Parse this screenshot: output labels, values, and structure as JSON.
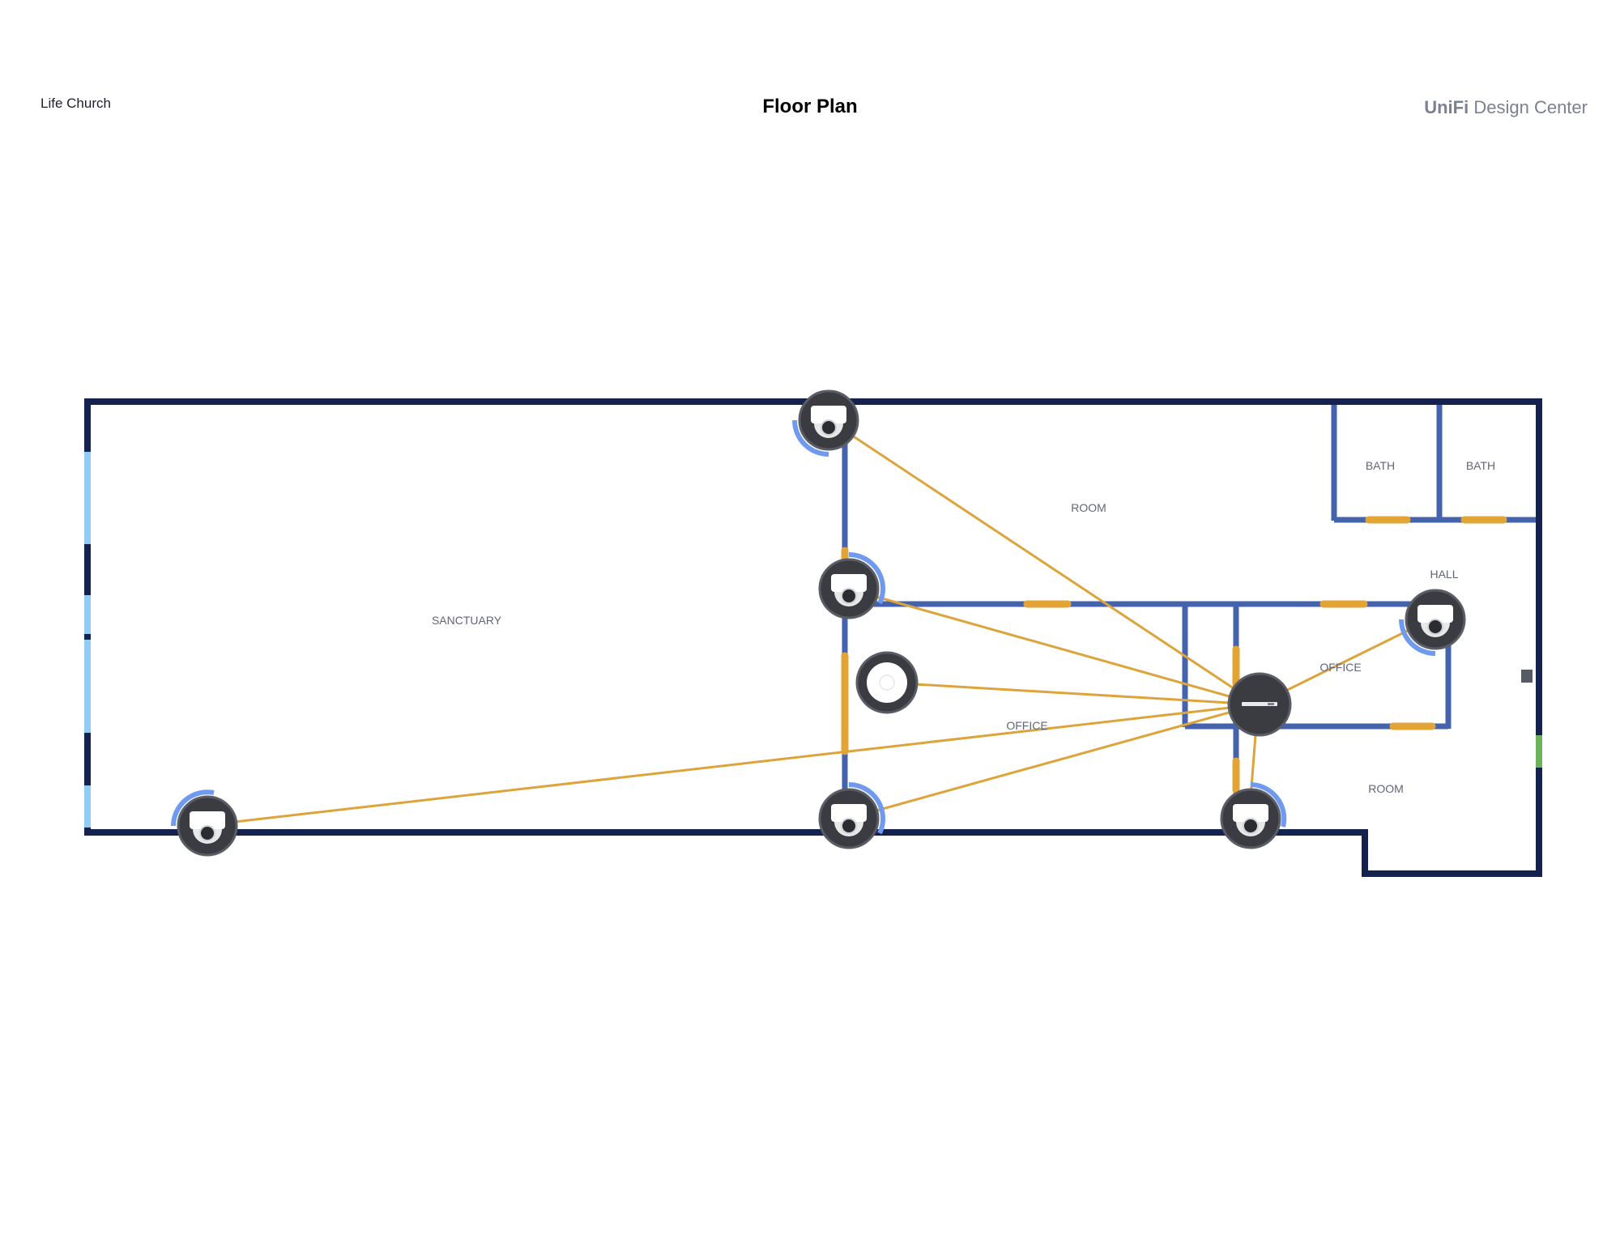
{
  "header": {
    "project_name": "Life Church",
    "title": "Floor Plan",
    "brand_mark": "UniFi",
    "brand_name": "Design Center"
  },
  "rooms": {
    "sanctuary": "SANCTUARY",
    "room_top": "ROOM",
    "bath_1": "BATH",
    "bath_2": "BATH",
    "hall": "HALL",
    "office_right": "OFFICE",
    "office_left": "OFFICE",
    "room_bottom": "ROOM"
  },
  "devices": [
    {
      "id": "camera-top-center",
      "type": "dome-camera-icon"
    },
    {
      "id": "camera-center-upper",
      "type": "dome-camera-icon"
    },
    {
      "id": "access-point",
      "type": "access-point-icon"
    },
    {
      "id": "camera-bottom-left",
      "type": "dome-camera-icon"
    },
    {
      "id": "camera-bottom-center",
      "type": "dome-camera-icon"
    },
    {
      "id": "camera-bottom-right",
      "type": "dome-camera-icon"
    },
    {
      "id": "camera-hall",
      "type": "dome-camera-icon"
    },
    {
      "id": "network-switch",
      "type": "switch-icon"
    }
  ],
  "colors": {
    "exterior_wall": "#14224d",
    "interior_wall": "#4563ad",
    "door": "#e2a435",
    "window": "#8fcdf5",
    "cable": "#dea43c",
    "camera_fov": "#6f9af0",
    "device_body": "#3a3c42",
    "accent_green": "#6cb25a"
  }
}
